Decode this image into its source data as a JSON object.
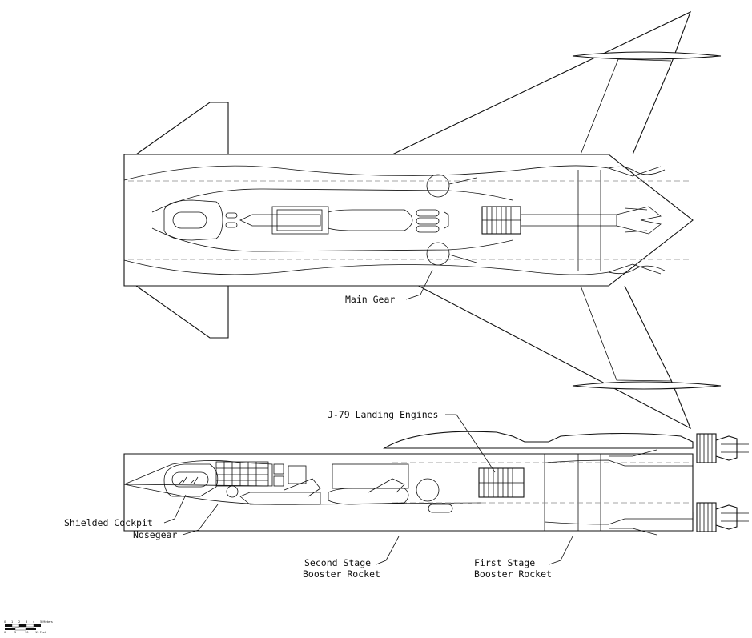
{
  "labels": {
    "main_gear": "Main Gear",
    "landing_engines": "J-79 Landing Engines",
    "shielded_cockpit": "Shielded Cockpit",
    "nosegear": "Nosegear",
    "second_stage_1": "Second Stage",
    "second_stage_2": "Booster Rocket",
    "first_stage_1": "First Stage",
    "first_stage_2": "Booster Rocket"
  },
  "scale_bar": {
    "meters_ticks": [
      "0",
      "1",
      "2",
      "3",
      "4",
      "5 Meters"
    ],
    "feet_ticks": [
      "0",
      "5",
      "10",
      "15 Feet"
    ]
  },
  "colors": {
    "line": "#111111",
    "centerline": "#888888",
    "background": "#ffffff"
  }
}
